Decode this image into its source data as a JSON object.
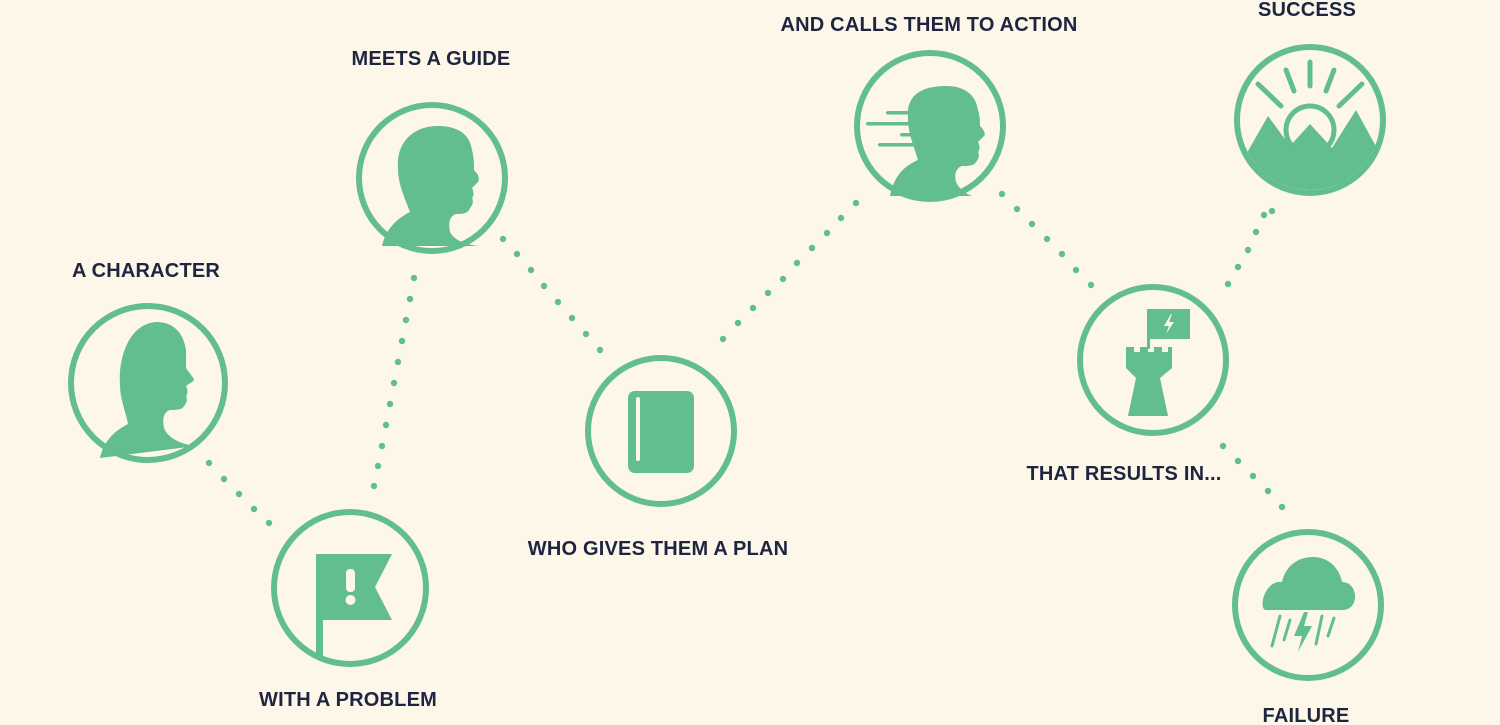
{
  "colors": {
    "background": "#fcf7e9",
    "accent": "#62bd8f",
    "text": "#1f2540"
  },
  "steps": [
    {
      "id": "character",
      "label": "A CHARACTER",
      "icon": "person-silhouette-icon"
    },
    {
      "id": "problem",
      "label": "WITH A PROBLEM",
      "icon": "flag-exclamation-icon"
    },
    {
      "id": "guide",
      "label": "MEETS A GUIDE",
      "icon": "guide-silhouette-icon"
    },
    {
      "id": "plan",
      "label": "WHO GIVES THEM A PLAN",
      "icon": "book-icon"
    },
    {
      "id": "action",
      "label": "AND CALLS THEM TO ACTION",
      "icon": "moving-person-icon"
    },
    {
      "id": "results",
      "label": "THAT RESULTS IN...",
      "icon": "castle-tower-flag-icon"
    },
    {
      "id": "success",
      "label": "SUCCESS",
      "icon": "sunrise-mountains-icon"
    },
    {
      "id": "failure",
      "label": "FAILURE",
      "icon": "storm-cloud-icon"
    }
  ]
}
